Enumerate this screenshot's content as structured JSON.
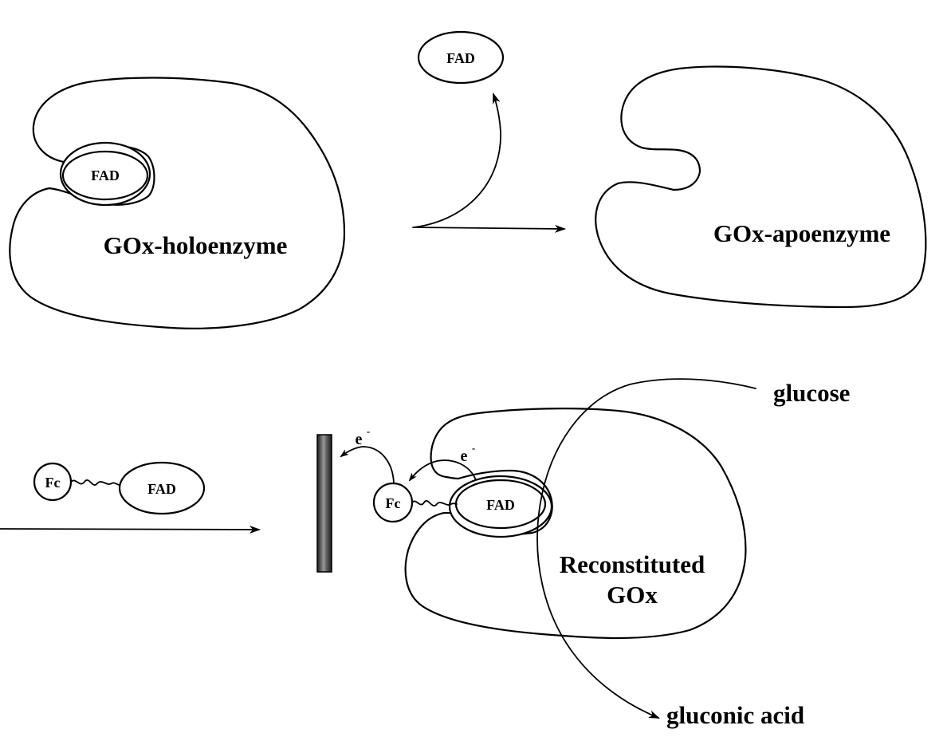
{
  "labels": {
    "fad_released": "FAD",
    "fad_holo": "FAD",
    "holoenzyme": "GOx-holoenzyme",
    "apoenzyme": "GOx-apoenzyme",
    "fc_free": "Fc",
    "fad_free": "FAD",
    "electron_1": "e",
    "electron_1_sup": "-",
    "electron_2": "e",
    "electron_2_sup": "-",
    "fc_bound": "Fc",
    "fad_bound": "FAD",
    "reconstituted_line1": "Reconstituted",
    "reconstituted_line2": "GOx",
    "glucose": "glucose",
    "gluconic_acid": "gluconic acid"
  },
  "colors": {
    "line": "#000000",
    "background": "#ffffff",
    "electrode_dark": "#1a1a1a",
    "electrode_light": "#9a9a9a"
  }
}
